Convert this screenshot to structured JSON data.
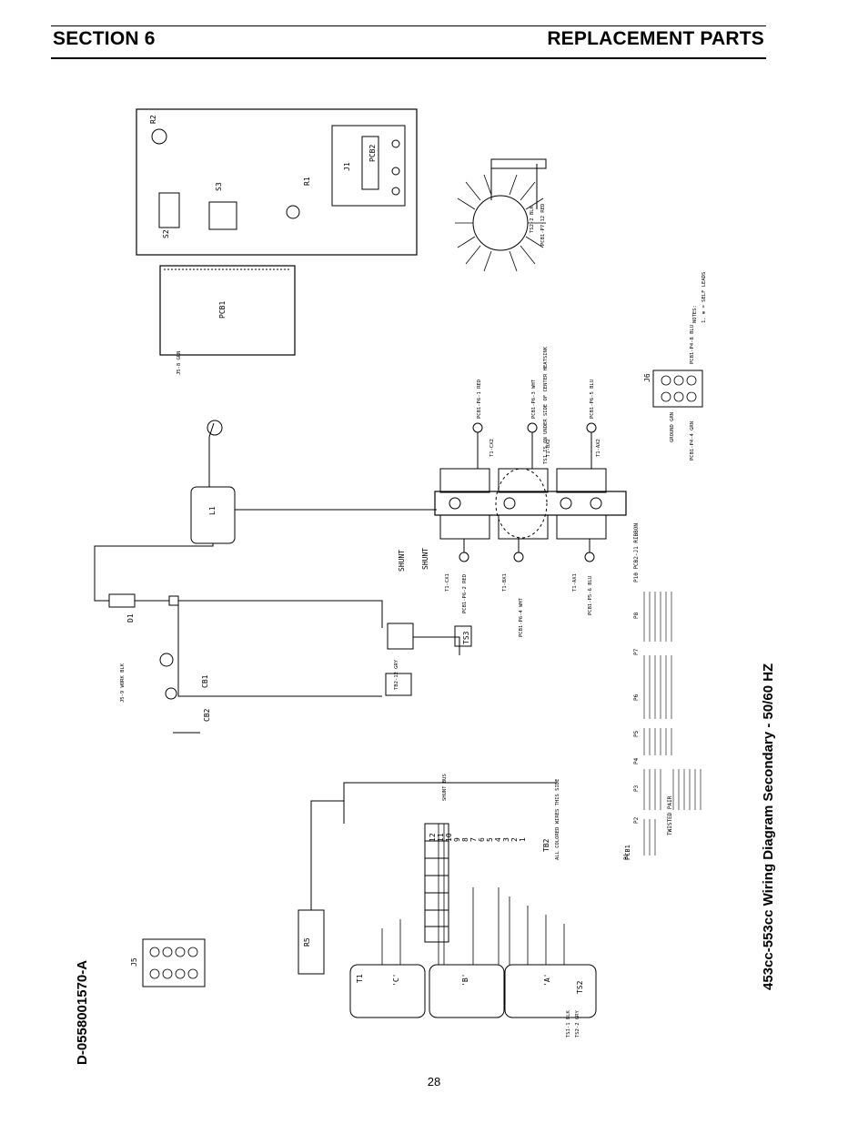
{
  "header": {
    "section": "SECTION 6",
    "title": "REPLACEMENT PARTS"
  },
  "diagram": {
    "title": "453cc-553cc Wiring Diagram Secondary - 50/60 HZ",
    "document_number": "D-0558001570-A",
    "components": {
      "r2": "R2",
      "s2": "S2",
      "s3": "S3",
      "r1": "R1",
      "pcb2": "PCB2",
      "j1": "J1",
      "pcb1": "PCB1",
      "l1": "L1",
      "d1": "D1",
      "cb1": "CB1",
      "cb2": "CB2",
      "j5": "J5",
      "r5": "R5",
      "t1": "T1",
      "ts2": "TS2",
      "tb2": "TB2",
      "j6": "J6",
      "shunt": "SHUNT",
      "ts3": "TS3",
      "c": "'C'",
      "b": "'B'",
      "a": "'A'"
    },
    "notes": {
      "ts1_note": "TS1 IS ON UNDER SIDE OF CENTER HEATSINK",
      "colored_wires": "ALL COLORED WIRES THIS SIDE",
      "notes_label": "NOTES:",
      "note_1": "1. ⊗ = SELF LEADS",
      "shunt_bus": "SHUNT BUS"
    },
    "wire_labels": {
      "pcb1_p6_1_red": "PCB1-P6-1 RED",
      "pcb1_p6_3_wht": "PCB1-P6-3 WHT",
      "pcb1_p6_5_blu": "PCB1-P6-5 BLU",
      "t1_cx2": "T1-CX2",
      "t1_bx2": "T1-BX2",
      "t1_ax2": "T1-AX2",
      "t1_cx1": "T1-CX1",
      "t1_bx1": "T1-BX1",
      "t1_ax1": "T1-AX1",
      "pcb1_p6_2_red": "PCB1-P6-2 RED",
      "pcb1_p6_4_wht": "PCB1-P6-4 WHT",
      "pcb1_p5_6_blu": "PCB1-P5-6 BLU",
      "j5_8_grn": "J5-8 GRN",
      "j5_9_work_blk": "J5-9 WORK BLK",
      "ts2_2_blk": "TS2-2 BLK",
      "pcb1_p7_12_red": "PCB1-P7-12 RED",
      "ground_grn": "GROUND GRN",
      "tb2_12_grn": "TB2-12 GRY",
      "pcb1_p4_4_grn": "PCB1-P4-4 GRN",
      "pcb1_p4_8_blu": "PCB1-P4-8 BLU",
      "ts1_1_blk": "TS1-1 BLK",
      "ts2_2_gry": "TS2-2 GRY"
    },
    "terminal_numbers": [
      "12",
      "11",
      "10",
      "9",
      "8",
      "7",
      "6",
      "5",
      "4",
      "3",
      "2",
      "1"
    ],
    "connector_tables": {
      "p1": "P1",
      "p2": "P2",
      "p3": "P3",
      "p4": "P4",
      "p5": "P5",
      "p6": "P6",
      "p7": "P7",
      "p8": "P8",
      "p10": "P10  PCB2-J1 RIBBON",
      "twisted_pair": "TWISTED PAIR"
    }
  },
  "footer": {
    "page_number": "28"
  }
}
